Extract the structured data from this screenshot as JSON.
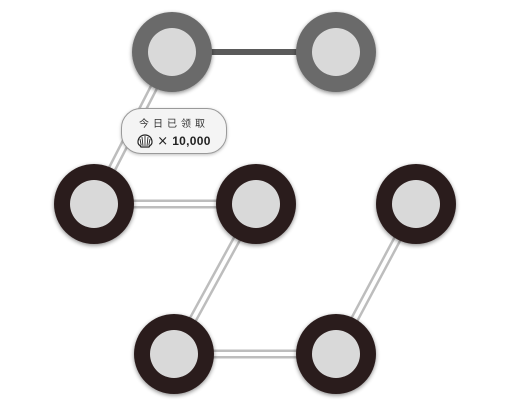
{
  "tooltip": {
    "label": "今日已领取",
    "times": "×",
    "amount": "10,000",
    "icon": "shell-icon"
  },
  "nodes": [
    {
      "id": "top-1",
      "state": "claimed"
    },
    {
      "id": "top-2",
      "state": "claimed"
    },
    {
      "id": "mid-1",
      "state": "locked"
    },
    {
      "id": "mid-2",
      "state": "locked"
    },
    {
      "id": "mid-3",
      "state": "locked"
    },
    {
      "id": "bot-1",
      "state": "locked"
    },
    {
      "id": "bot-2",
      "state": "locked"
    }
  ],
  "edges": [
    [
      "top-1",
      "top-2",
      "claimed"
    ],
    [
      "top-1",
      "mid-1",
      "locked"
    ],
    [
      "mid-1",
      "mid-2",
      "locked"
    ],
    [
      "mid-2",
      "bot-1",
      "locked"
    ],
    [
      "bot-1",
      "bot-2",
      "locked"
    ],
    [
      "bot-2",
      "mid-3",
      "locked"
    ]
  ],
  "colors": {
    "claimed_ring": "#6b6b6b",
    "locked_ring": "#2b1d1d",
    "inner": "#d9d9d9",
    "claimed_path": "#5a5a5a",
    "locked_path": "#ffffff",
    "path_outline": "#bdbdbd"
  }
}
